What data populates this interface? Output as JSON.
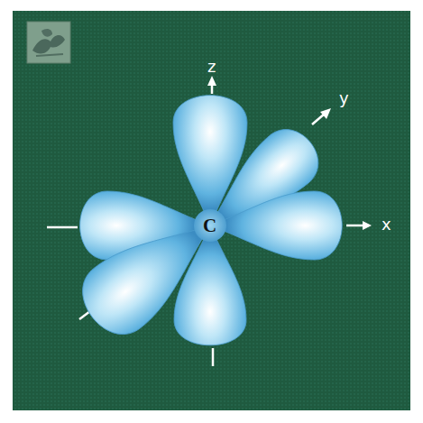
{
  "diagram": {
    "labels": [
      "z",
      "y",
      "x",
      "C"
    ]
  }
}
